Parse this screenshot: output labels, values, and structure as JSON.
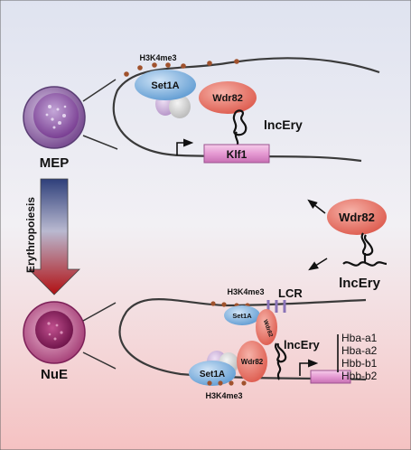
{
  "cells": {
    "top": "MEP",
    "bottom": "NuE"
  },
  "process": "Erythropoiesis",
  "top_panel": {
    "mark": "H3K4me3",
    "set1a": "Set1A",
    "wdr82": "Wdr82",
    "lncrna": "lncEry",
    "gene": "Klf1"
  },
  "middle": {
    "wdr82": "Wdr82",
    "lncrna": "lncEry"
  },
  "bottom_panel": {
    "mark_top": "H3K4me3",
    "lcr": "LCR",
    "set1a_small": "Set1A",
    "wdr82_small": "Wdr82",
    "lncrna": "lncEry",
    "set1a": "Set1A",
    "wdr82": "Wdr82",
    "mark_bottom": "H3K4me3",
    "genes": [
      "Hba-a1",
      "Hba-a2",
      "Hbb-b1",
      "Hbb-b2"
    ]
  },
  "colors": {
    "background_top": "#dfe3f0",
    "background_bottom": "#f7caca",
    "set1a": "#7fb2df",
    "wdr82": "#e8776a",
    "gene_box": "#e59ad3",
    "histone_mark": "#a0522d",
    "arrow_top": "#2e3f7a",
    "arrow_bottom": "#b10f12"
  }
}
